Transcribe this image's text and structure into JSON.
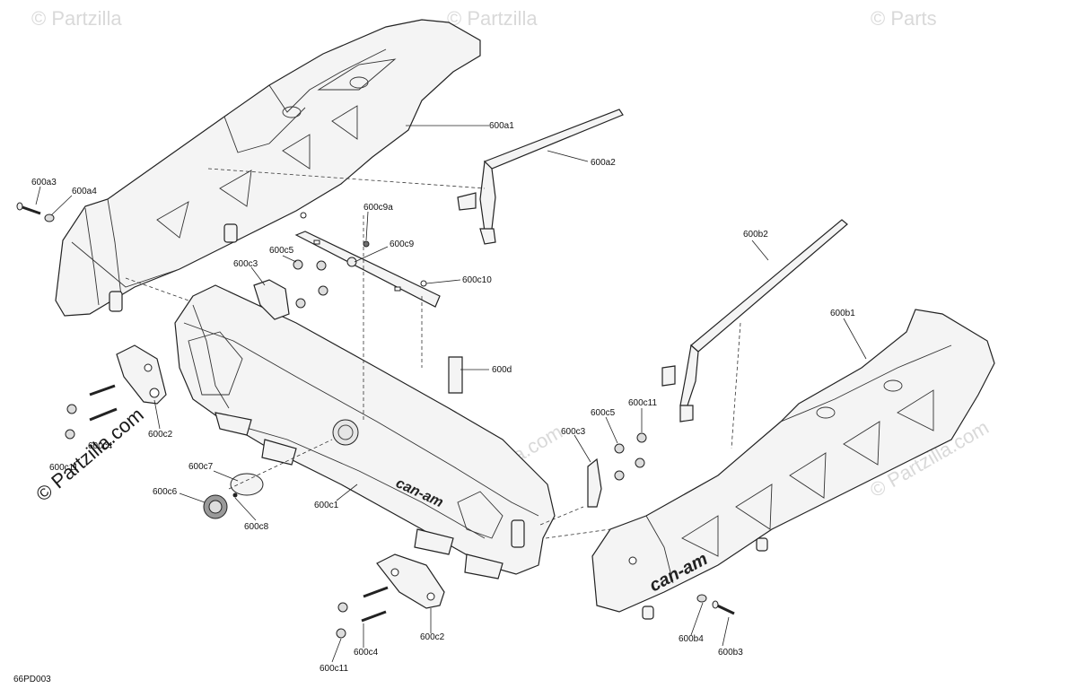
{
  "watermarks": {
    "top_left": "© Partzilla",
    "top_center": "© Partzilla",
    "top_right": "© Parts",
    "center": "© Partzilla.com",
    "right": "© Partzilla.com",
    "left_vertical": "© Partzilla.com"
  },
  "drawing_code": "66PD003",
  "brand_marks": {
    "center_bumper": "can-am",
    "right_side_panel": "can-am"
  },
  "callouts": {
    "c600a1": "600a1",
    "c600a2": "600a2",
    "c600a3": "600a3",
    "c600a4": "600a4",
    "c600c9a": "600c9a",
    "c600c9": "600c9",
    "c600c5_left": "600c5",
    "c600c3_left": "600c3",
    "c600c10": "600c10",
    "c600b2": "600b2",
    "c600b1": "600b1",
    "c600d": "600d",
    "c600c11_right": "600c11",
    "c600c5_right": "600c5",
    "c600c3_right": "600c3",
    "c600c2_left": "600c2",
    "c600c4_left": "600c4",
    "c600c11_left": "600c11",
    "c600c7": "600c7",
    "c600c6": "600c6",
    "c600c8": "600c8",
    "c600c1": "600c1",
    "c600c2_bottom": "600c2",
    "c600c4_bottom": "600c4",
    "c600c11_bottom": "600c11",
    "c600b4": "600b4",
    "c600b3": "600b3"
  }
}
